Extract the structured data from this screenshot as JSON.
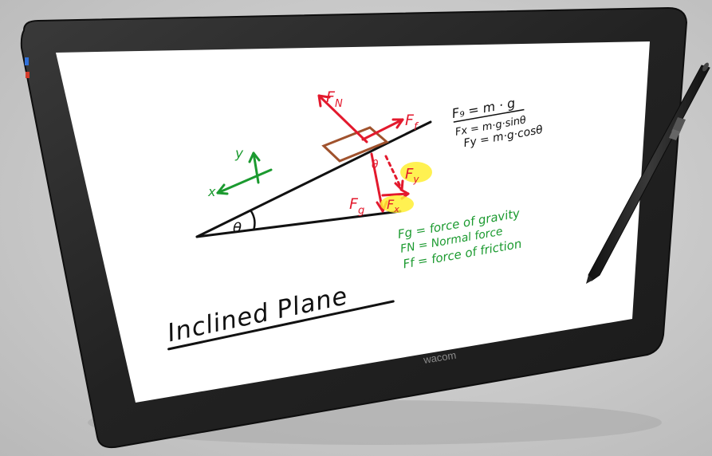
{
  "device": {
    "brand_logo": "wacom"
  },
  "drawing": {
    "title": "Inclined Plane",
    "angle_symbol": "θ",
    "axes": {
      "x": "x",
      "y": "y"
    },
    "force_labels": {
      "normal": "F",
      "normal_sub": "N",
      "friction": "F",
      "friction_sub": "f",
      "gravity": "F",
      "gravity_sub": "g",
      "gravity_angle": "θ",
      "fx": "F",
      "fx_sub": "x",
      "fy": "F",
      "fy_sub": "y"
    },
    "equations": [
      "F₉ = m · g",
      "Fx = m·g·sinθ",
      "Fy = m·g·cosθ"
    ],
    "definitions": [
      "Fg = force of gravity",
      "FN = Normal force",
      "Ff = force of friction"
    ]
  },
  "colors": {
    "red": "#e3192d",
    "green": "#1b9a2f",
    "black": "#111111",
    "brown": "#a0522d",
    "highlight": "#ffee33"
  }
}
